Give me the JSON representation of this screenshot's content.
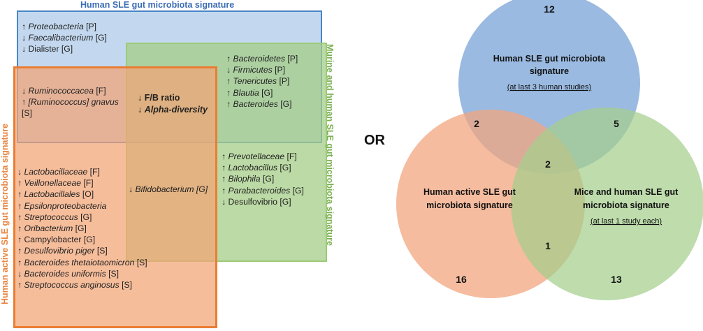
{
  "left_panel": {
    "top_title": "Human SLE gut microbiota signature",
    "right_title": "Murine and human SLE gut microbiota signature",
    "left_title": "Human active SLE gut microbiota signature",
    "top_only": [
      {
        "arrow": "↑",
        "name": "Proteobacteria",
        "rank": "[P]",
        "italic": true
      },
      {
        "arrow": "↓",
        "name": "Faecalibacterium",
        "rank": "[G]",
        "italic": true
      },
      {
        "arrow": "↓",
        "name": "Dialister",
        "rank": "[G]",
        "italic": false
      }
    ],
    "top_right": [
      {
        "arrow": "↑",
        "name": "Bacteroidetes",
        "rank": "[P]",
        "italic": true
      },
      {
        "arrow": "↓",
        "name": "Firmicutes",
        "rank": "[P]",
        "italic": true
      },
      {
        "arrow": "↑",
        "name": "Tenericutes",
        "rank": "[P]",
        "italic": true
      },
      {
        "arrow": "↑",
        "name": "Blautia",
        "rank": "[G]",
        "italic": true
      },
      {
        "arrow": "↑",
        "name": "Bacteroides",
        "rank": "[G]",
        "italic": true
      }
    ],
    "top_left": [
      {
        "arrow": "↓",
        "name": "Ruminococcacea",
        "rank": "[F]",
        "italic": true
      },
      {
        "arrow": "↑",
        "name": "[Ruminococcus] gnavus",
        "rank": "",
        "italic": true
      },
      {
        "arrow": "",
        "name": "",
        "rank": "[S]",
        "italic": false
      }
    ],
    "center_all": [
      {
        "arrow": "↓",
        "text": "F/B ratio",
        "italic": false
      },
      {
        "arrow": "↓",
        "text": "Alpha-diversity",
        "italic": true
      }
    ],
    "left_right": [
      {
        "arrow": "↓",
        "name": "Bifidobacterium [G]",
        "rank": "",
        "italic": true
      }
    ],
    "right_only": [
      {
        "arrow": "↑",
        "name": "Prevotellaceae",
        "rank": "[F]",
        "italic": true
      },
      {
        "arrow": "↑",
        "name": "Lactobacillus",
        "rank": "[G]",
        "italic": true
      },
      {
        "arrow": "↑",
        "name": "Bilophila",
        "rank": "[G]",
        "italic": true
      },
      {
        "arrow": "↑",
        "name": "Parabacteroides",
        "rank": "[G]",
        "italic": true
      },
      {
        "arrow": "↓",
        "name": "Desulfovibrio",
        "rank": "[G]",
        "italic": false
      }
    ],
    "left_only": [
      {
        "arrow": "↓",
        "name": "Lactobacillaceae",
        "rank": "[F]",
        "italic": true
      },
      {
        "arrow": "↑",
        "name": "Veillonellaceae",
        "rank": "[F]",
        "italic": true
      },
      {
        "arrow": "↑",
        "name": "Lactobacillales",
        "rank": "[O]",
        "italic": true
      },
      {
        "arrow": "↑",
        "name": "Epsilonproteobacteria",
        "rank": "",
        "italic": true
      },
      {
        "arrow": "↑",
        "name": "Streptococcus",
        "rank": "[G]",
        "italic": true
      },
      {
        "arrow": "↑",
        "name": "Oribacterium",
        "rank": "[G]",
        "italic": true
      },
      {
        "arrow": "↑",
        "name": "Campylobacter",
        "rank": "[G]",
        "italic": false
      },
      {
        "arrow": "↑",
        "name": "Desulfovibrio piger",
        "rank": "[S]",
        "italic": true
      },
      {
        "arrow": "↑",
        "name": "Bacteroides thetaiotaomicron",
        "rank": "[S]",
        "italic": true
      },
      {
        "arrow": "↓",
        "name": "Bacteroides uniformis",
        "rank": "[S]",
        "italic": true
      },
      {
        "arrow": "↑",
        "name": "Streptococcus anginosus",
        "rank": "[S]",
        "italic": true
      }
    ],
    "colors": {
      "blue_border": "#4a86c6",
      "blue_fill": "#b9d1ec",
      "green_border": "#8fc06a",
      "green_fill": "#b6d79b",
      "orange_border": "#ea7d34",
      "orange_fill": "#f5b48d",
      "blue_text": "#3b6db3",
      "green_text": "#7ab052",
      "orange_text": "#e8843f"
    }
  },
  "or_label": "OR",
  "venn": {
    "top": {
      "title_line1": "Human SLE gut microbiota",
      "title_line2": "signature",
      "subtitle": "(at last 3 human studies)",
      "count": "12",
      "color": "#7ea6d9"
    },
    "left": {
      "title_line1": "Human active SLE gut",
      "title_line2": "microbiota signature",
      "count": "16",
      "color": "#f2a57f"
    },
    "right": {
      "title_line1": "Mice and human SLE gut",
      "title_line2": "microbiota signature",
      "subtitle": "(at last 1 study each)",
      "count": "13",
      "color": "#a5cf8c"
    },
    "top_left": "2",
    "top_right": "5",
    "center": "2",
    "left_right": "1"
  }
}
